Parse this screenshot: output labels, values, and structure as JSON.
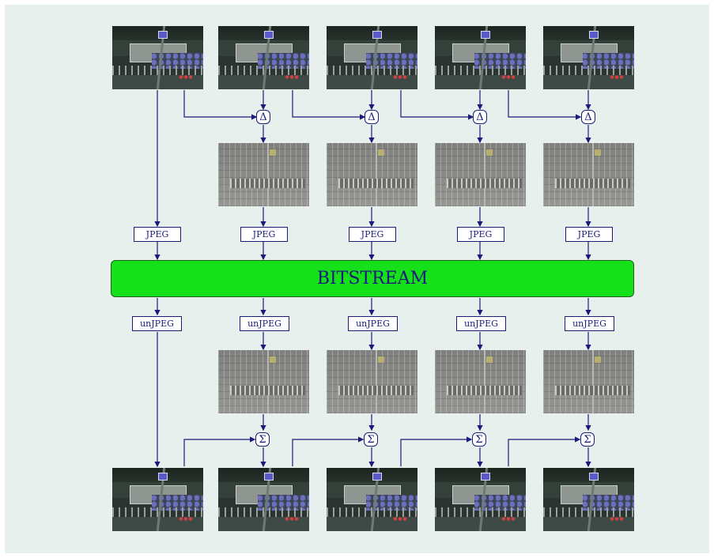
{
  "bitstream_label": "BITSTREAM",
  "encoder_label": "JPEG",
  "decoder_label": "unJPEG",
  "difference_symbol": "Δ",
  "sum_symbol": "Σ",
  "colors": {
    "background": "#e7f0ed",
    "bitstream": "#15e01a",
    "lines": "#1b1b7a"
  }
}
